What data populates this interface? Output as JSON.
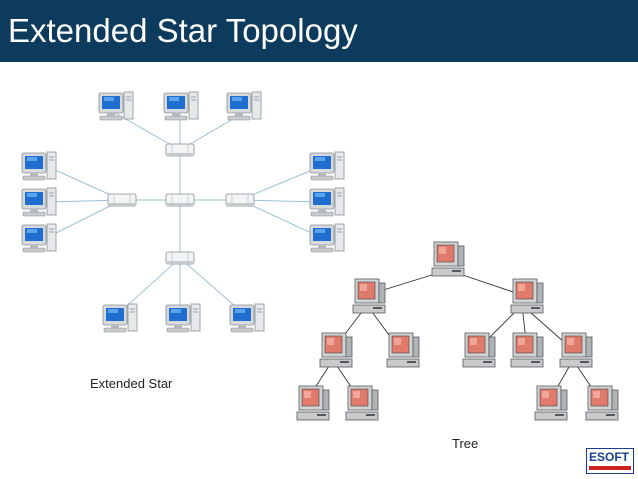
{
  "slide": {
    "title": "Extended Star Topology",
    "caption_star": "Extended Star",
    "caption_tree": "Tree",
    "logo_text": "ESOFT"
  },
  "colors": {
    "title_bar": "#0d3b5e",
    "link": "#9ec3d6",
    "screen_star": "#1f6fd1",
    "screen_tree": "#e07b6b"
  },
  "icons": {
    "star_pc": "desktop-computer-icon",
    "switch": "network-switch-icon",
    "tree_pc": "crt-computer-icon"
  }
}
